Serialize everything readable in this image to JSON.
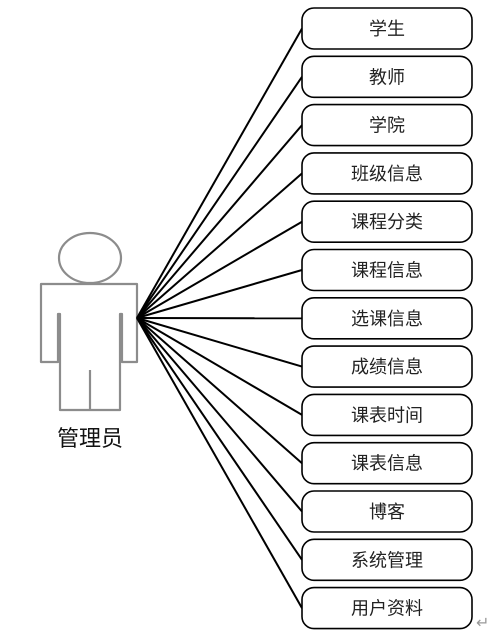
{
  "actor": {
    "label": "管理员"
  },
  "modules": [
    {
      "label": "学生"
    },
    {
      "label": "教师"
    },
    {
      "label": "学院"
    },
    {
      "label": "班级信息"
    },
    {
      "label": "课程分类"
    },
    {
      "label": "课程信息"
    },
    {
      "label": "选课信息"
    },
    {
      "label": "成绩信息"
    },
    {
      "label": "课表时间"
    },
    {
      "label": "课表信息"
    },
    {
      "label": "博客"
    },
    {
      "label": "系统管理"
    },
    {
      "label": "用户资料"
    }
  ],
  "colors": {
    "actor_stroke": "#8c8c8c",
    "connector": "#000000",
    "box_stroke": "#000000"
  },
  "return_mark": "↵"
}
